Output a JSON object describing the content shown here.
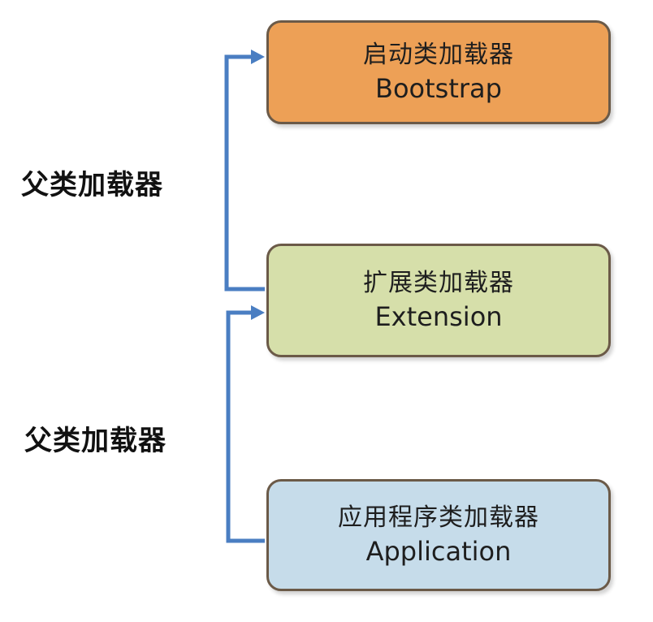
{
  "colors": {
    "connector": "#4a7ec2",
    "box_border": "#6b5a48"
  },
  "loaders": [
    {
      "cn": "启动类加载器",
      "en": "Bootstrap",
      "fill": "#eda056"
    },
    {
      "cn": "扩展类加载器",
      "en": "Extension",
      "fill": "#d6dfaa"
    },
    {
      "cn": "应用程序类加载器",
      "en": "Application",
      "fill": "#c6dcea"
    }
  ],
  "relations": [
    {
      "label": "父类加载器",
      "child": "Extension",
      "parent": "Bootstrap"
    },
    {
      "label": "父类加载器",
      "child": "Application",
      "parent": "Extension"
    }
  ]
}
